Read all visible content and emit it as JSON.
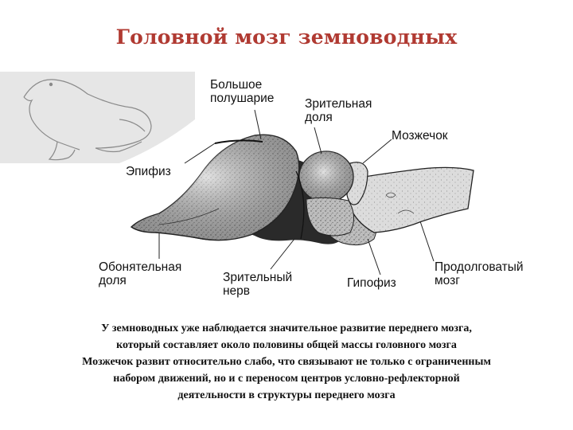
{
  "title": "Головной мозг земноводных",
  "labels": {
    "cerebrum": "Большое\nполушарие",
    "optic_lobe": "Зрительная\nдоля",
    "cerebellum": "Мозжечок",
    "epiphysis": "Эпифиз",
    "olfactory_lobe": "Обонятельная\nдоля",
    "optic_nerve": "Зрительный\nнерв",
    "hypophysis": "Гипофиз",
    "medulla": "Продолговатый\nмозг"
  },
  "caption_lines": [
    "У земноводных уже наблюдается значительное развитие переднего мозга,",
    "который составляет около половины общей массы головного мозга",
    "Мозжечок развит относительно слабо, что связывают не только с ограниченным",
    "набором движений, но и с переносом центров условно-рефлекторной",
    "деятельности в структуры переднего мозга"
  ]
}
